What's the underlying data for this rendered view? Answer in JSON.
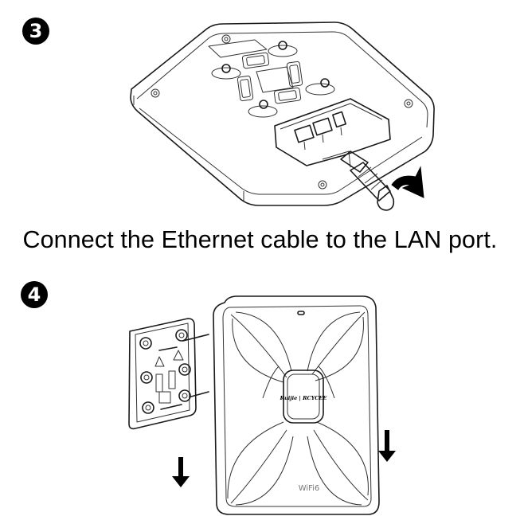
{
  "steps": [
    {
      "number": "3"
    },
    {
      "number": "4"
    }
  ],
  "caption": "Connect the Ethernet cable to the LAN port.",
  "device_logo": "Ruijie | RCYCEE",
  "device_badge": "WiFi6",
  "icons": [
    "router-base-illustration",
    "ethernet-cable-icon",
    "curved-arrow-icon",
    "mounting-bracket-icon",
    "access-point-illustration",
    "down-arrow-icon"
  ]
}
